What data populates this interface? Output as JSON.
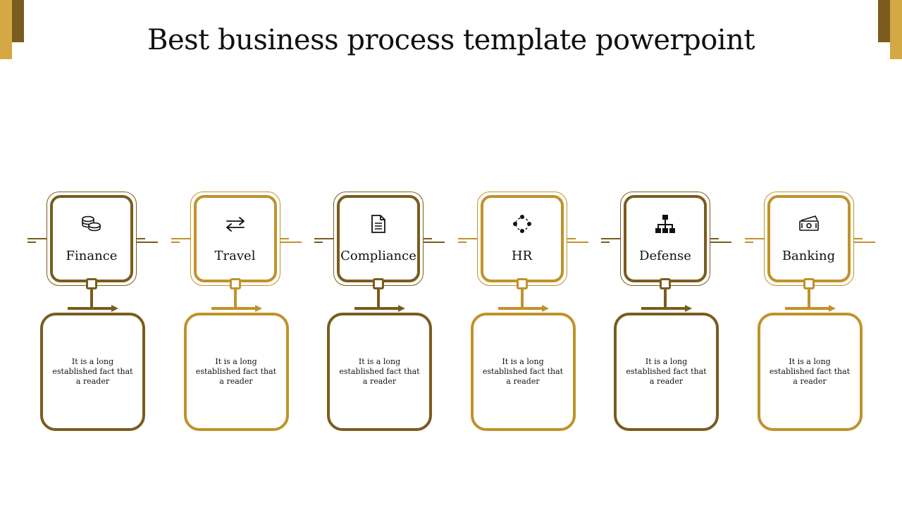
{
  "title": "Best business process template powerpoint",
  "colors": {
    "dark": "#7a5c1e",
    "gold": "#c0922a",
    "accent_light": "#d9a943"
  },
  "stages": [
    {
      "label": "Finance",
      "icon": "coins-icon",
      "color": "dark",
      "description": "It is  a long established fact that a reader"
    },
    {
      "label": "Travel",
      "icon": "swap-arrows-icon",
      "color": "gold",
      "description": "It is  a long established fact that a reader"
    },
    {
      "label": "Compliance",
      "icon": "document-icon",
      "color": "dark",
      "description": "It is  a long established fact that a reader"
    },
    {
      "label": "HR",
      "icon": "circle-nodes-icon",
      "color": "gold",
      "description": "It is  a long established fact that a reader"
    },
    {
      "label": "Defense",
      "icon": "org-chart-icon",
      "color": "dark",
      "description": "It is  a long established fact that a reader"
    },
    {
      "label": "Banking",
      "icon": "banknotes-icon",
      "color": "gold",
      "description": "It is  a long established fact that a reader"
    }
  ]
}
